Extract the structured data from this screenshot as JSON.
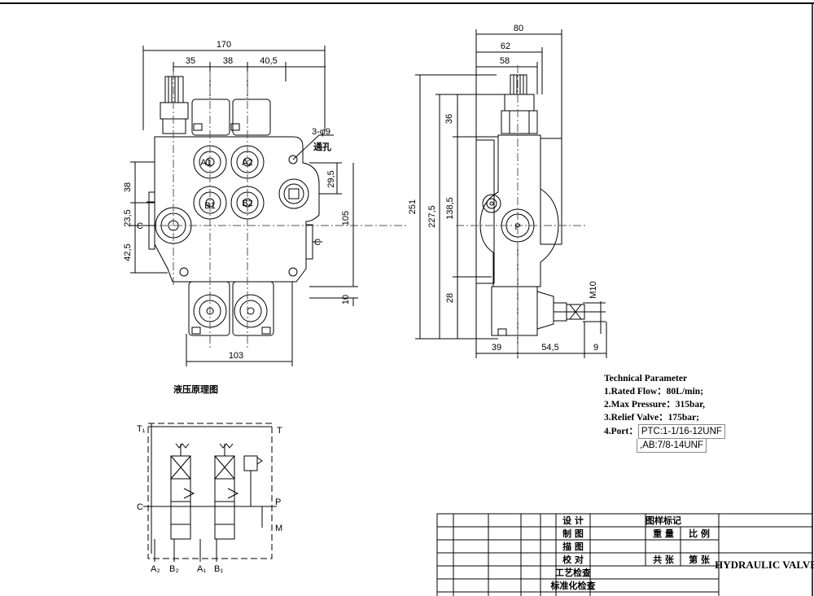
{
  "front_view": {
    "dims": {
      "overall_width": "170",
      "seg1": "35",
      "seg2": "38",
      "seg3": "40,5",
      "left_38": "38",
      "left_23_5": "23,5",
      "left_42_5": "42,5",
      "right_29_5": "29,5",
      "right_105": "105",
      "right_10": "10",
      "bottom_103": "103",
      "hole_callout": "3-φ9",
      "through_hole": "通孔"
    },
    "ports": {
      "a1": "A1",
      "a2": "A2",
      "b1": "B1",
      "b2": "B2",
      "c": "C",
      "c_left": "C"
    }
  },
  "side_view": {
    "dims": {
      "top_80": "80",
      "top_62": "62",
      "top_58": "58",
      "left_36": "36",
      "left_251": "251",
      "left_227_5": "227,5",
      "left_138_5": "138,5",
      "left_28": "28",
      "bottom_39": "39",
      "bottom_54_5": "54,5",
      "bottom_9": "9",
      "thread": "M10"
    },
    "ports": {
      "p": "P"
    }
  },
  "schematic": {
    "title": "液压原理图",
    "labels": {
      "t1": "T₁",
      "t": "T",
      "c": "C",
      "p": "P",
      "m": "M",
      "a2": "A₂",
      "b2": "B₂",
      "a1": "A₁",
      "b1": "B₁"
    }
  },
  "technical": {
    "heading": "Technical Parameter",
    "flow": "1.Rated Flow：80L/min;",
    "pressure": "2.Max Pressure：315bar,",
    "relief": "3.Relief Valve：175bar;",
    "port_label": "4.Port：",
    "port_ptc": "PTC:1-1/16-12UNF",
    "port_ab": ",AB:7/8-14UNF"
  },
  "title_block": {
    "design": "设 计",
    "draw": "制 图",
    "trace": "描 图",
    "check": "校 对",
    "process": "工艺检查",
    "standard": "标准化检查",
    "mark": "图样标记",
    "weight": "重 量",
    "scale": "比 例",
    "sheets_total": "共 张",
    "sheet_no": "第 张",
    "product": "HYDRAULIC VALVE"
  }
}
